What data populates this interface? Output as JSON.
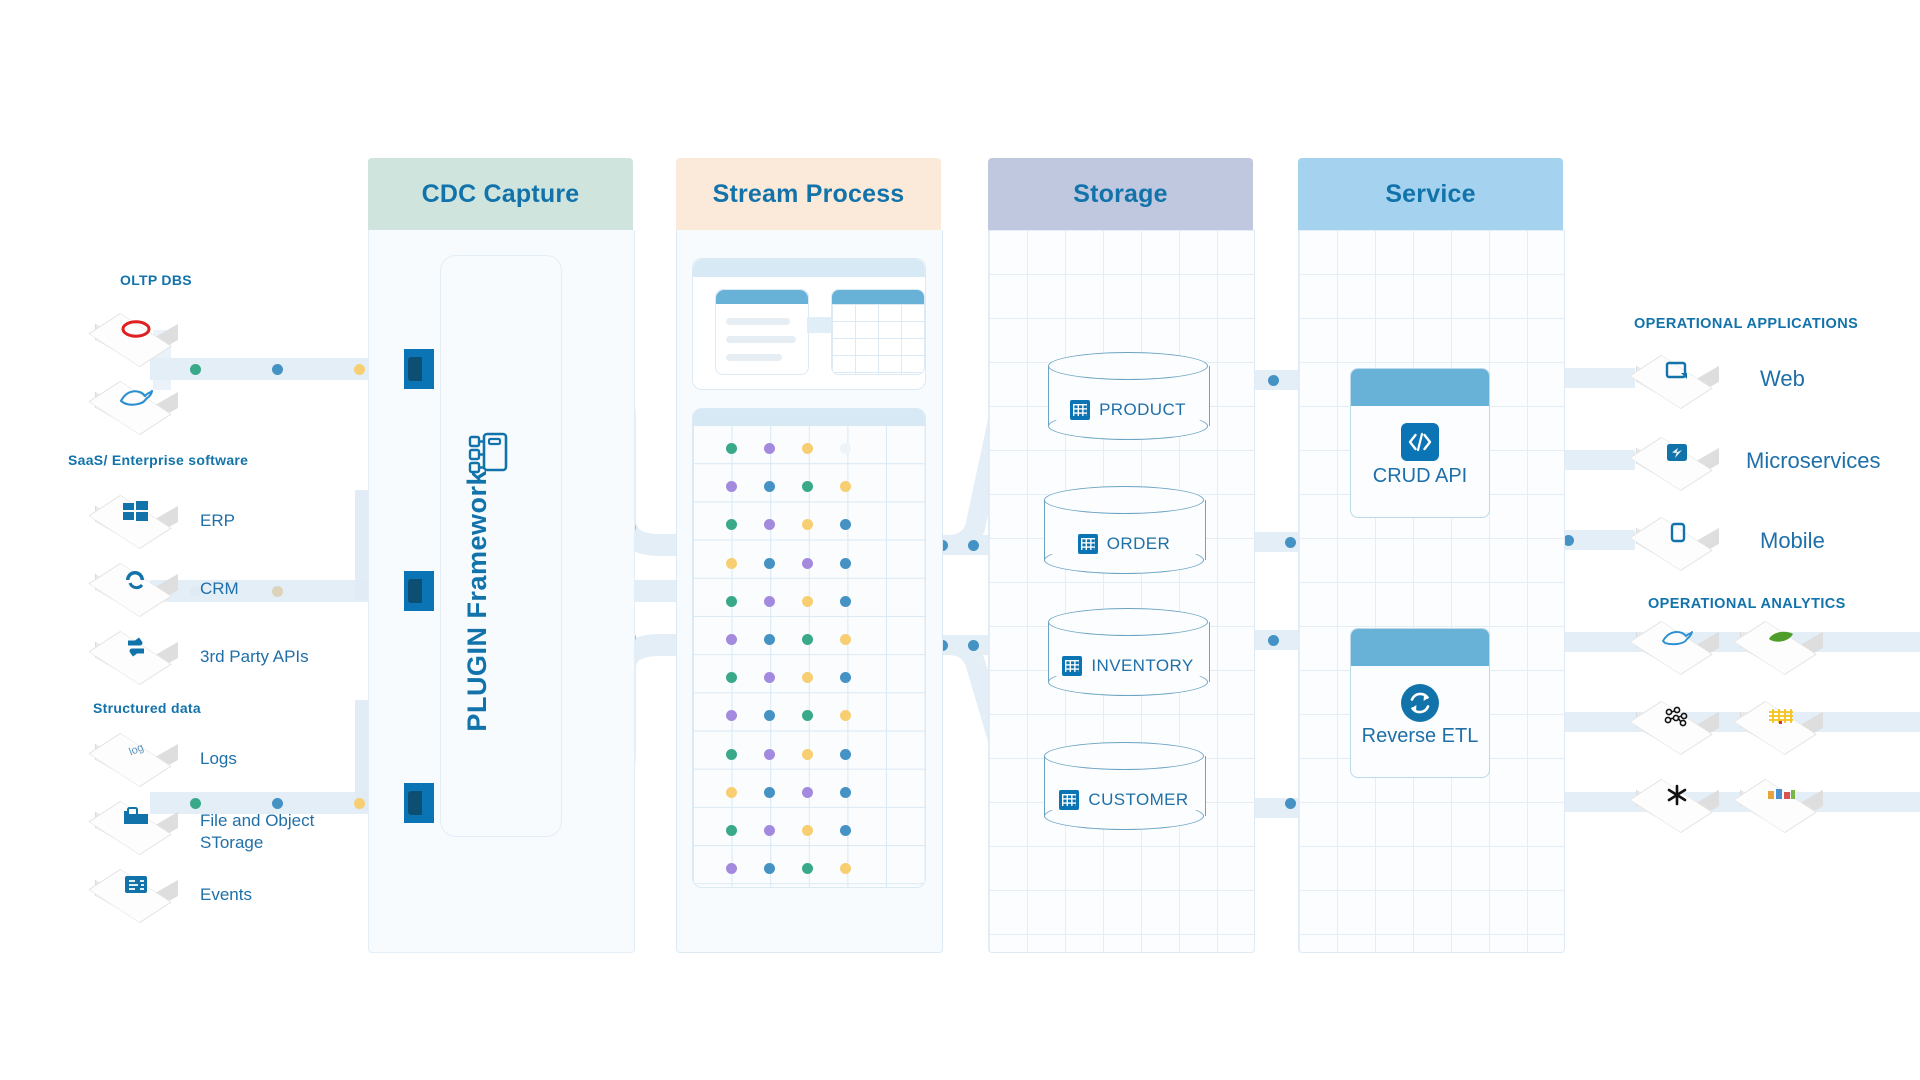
{
  "columns": [
    {
      "key": "cdc",
      "title": "CDC Capture",
      "head_color": "#cfe4dd"
    },
    {
      "key": "stream",
      "title": "Stream Process",
      "head_color": "#fbeada"
    },
    {
      "key": "storage",
      "title": "Storage",
      "head_color": "#bfc8de"
    },
    {
      "key": "service",
      "title": "Service",
      "head_color": "#a5d3ef"
    }
  ],
  "cdc": {
    "plugin_label": "PLUGIN Framework",
    "plugin_icon": "plugin-chip-icon",
    "connectors": 3
  },
  "sources": {
    "groups": [
      {
        "title": "OLTP DBS",
        "items": [
          {
            "label": "",
            "icon": "oracle-icon"
          },
          {
            "label": "",
            "icon": "mysql-dolphin-icon"
          }
        ]
      },
      {
        "title": "SaaS/ Enterprise software",
        "items": [
          {
            "label": "ERP",
            "icon": "erp-windows-icon"
          },
          {
            "label": "CRM",
            "icon": "crm-icon"
          },
          {
            "label": "3rd Party APIs",
            "icon": "api-sync-icon"
          }
        ]
      },
      {
        "title": "Structured data",
        "items": [
          {
            "label": "Logs",
            "icon": "log-icon"
          },
          {
            "label": "File and Object STorage",
            "icon": "folder-storage-icon"
          },
          {
            "label": "Events",
            "icon": "events-list-icon"
          }
        ]
      }
    ]
  },
  "stream": {
    "card_title": "",
    "dot_colors": {
      "green": "#3aa98a",
      "purple": "#a48ade",
      "blue": "#4592c4",
      "yellow": "#f7cf72"
    },
    "dot_matrix": [
      [
        "green",
        "purple",
        "yellow",
        "faint"
      ],
      [
        "purple",
        "blue",
        "green",
        "yellow"
      ],
      [
        "green",
        "purple",
        "yellow",
        "blue"
      ],
      [
        "yellow",
        "blue",
        "purple",
        "blue"
      ],
      [
        "green",
        "purple",
        "yellow",
        "blue"
      ],
      [
        "purple",
        "blue",
        "green",
        "yellow"
      ],
      [
        "green",
        "purple",
        "yellow",
        "blue"
      ],
      [
        "purple",
        "blue",
        "green",
        "yellow"
      ],
      [
        "green",
        "purple",
        "yellow",
        "blue"
      ],
      [
        "yellow",
        "blue",
        "purple",
        "blue"
      ],
      [
        "green",
        "purple",
        "yellow",
        "blue"
      ],
      [
        "purple",
        "blue",
        "green",
        "yellow"
      ],
      [
        "green",
        "purple",
        "yellow",
        "blue"
      ]
    ]
  },
  "storage": {
    "tables": [
      {
        "name": "PRODUCT",
        "icon": "table-icon"
      },
      {
        "name": "ORDER",
        "icon": "table-icon"
      },
      {
        "name": "INVENTORY",
        "icon": "table-icon"
      },
      {
        "name": "CUSTOMER",
        "icon": "table-icon"
      }
    ]
  },
  "service": {
    "cards": [
      {
        "name": "CRUD API",
        "icon": "code-brackets-icon",
        "header_color": "#68b2d8"
      },
      {
        "name": "Reverse ETL",
        "icon": "circular-sync-icon",
        "header_color": "#68b2d8"
      }
    ]
  },
  "consumers": {
    "operational_applications": {
      "title": "OPERATIONAL APPLICATIONS",
      "items": [
        {
          "label": "Web",
          "icon": "browser-window-icon"
        },
        {
          "label": "Microservices",
          "icon": "microservices-icon"
        },
        {
          "label": "Mobile",
          "icon": "mobile-phone-icon"
        }
      ]
    },
    "operational_analytics": {
      "title": "OPERATIONAL  ANALYTICS",
      "rows": [
        [
          {
            "label": "",
            "icon": "dolphin-icon"
          },
          {
            "label": "",
            "icon": "green-leaf-icon"
          }
        ],
        [
          {
            "label": "",
            "icon": "graph-nodes-icon"
          },
          {
            "label": "",
            "icon": "yellow-grid-icon"
          }
        ],
        [
          {
            "label": "",
            "icon": "snowflake-icon"
          },
          {
            "label": "",
            "icon": "colored-chart-icon"
          }
        ]
      ]
    }
  },
  "colors": {
    "accent": "#1273ab",
    "label": "#1f6fa8",
    "pipe": "#e4eef7",
    "connector": "#0b74b5"
  }
}
